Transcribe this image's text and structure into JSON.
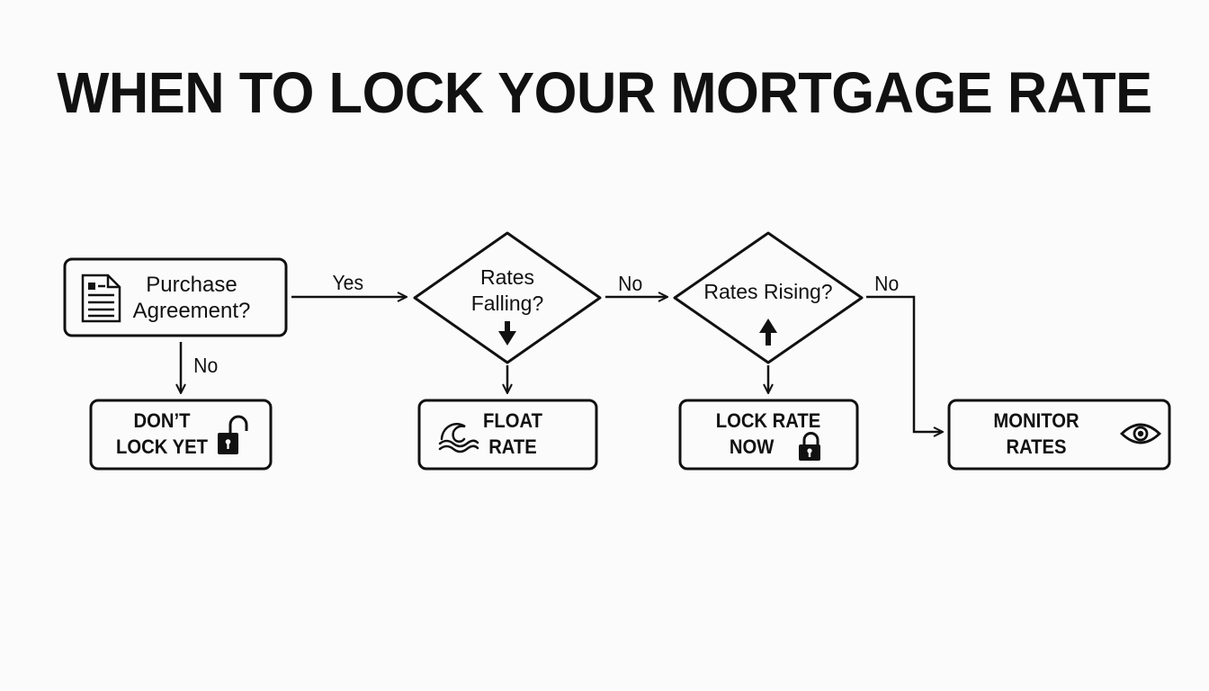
{
  "title": "WHEN TO LOCK YOUR MORTGAGE RATE",
  "nodes": {
    "purchase": {
      "line1": "Purchase",
      "line2": "Agreement?",
      "icon": "document-icon"
    },
    "falling": {
      "line1": "Rates",
      "line2": "Falling?",
      "icon": "arrow-down-icon"
    },
    "rising": {
      "line1": "Rates Rising?",
      "icon": "arrow-up-icon"
    },
    "dont_lock": {
      "line1": "DON’T",
      "line2": "LOCK YET",
      "icon": "unlocked-padlock-icon"
    },
    "float": {
      "line1": "FLOAT",
      "line2": "RATE",
      "icon": "wave-icon"
    },
    "lock_now": {
      "line1": "LOCK RATE",
      "line2": "NOW",
      "icon": "locked-padlock-icon"
    },
    "monitor": {
      "line1": "MONITOR",
      "line2": "RATES",
      "icon": "eye-icon"
    }
  },
  "edges": {
    "purchase_to_falling": "Yes",
    "purchase_to_dont_lock": "No",
    "falling_to_rising": "No",
    "rising_to_monitor": "No"
  }
}
